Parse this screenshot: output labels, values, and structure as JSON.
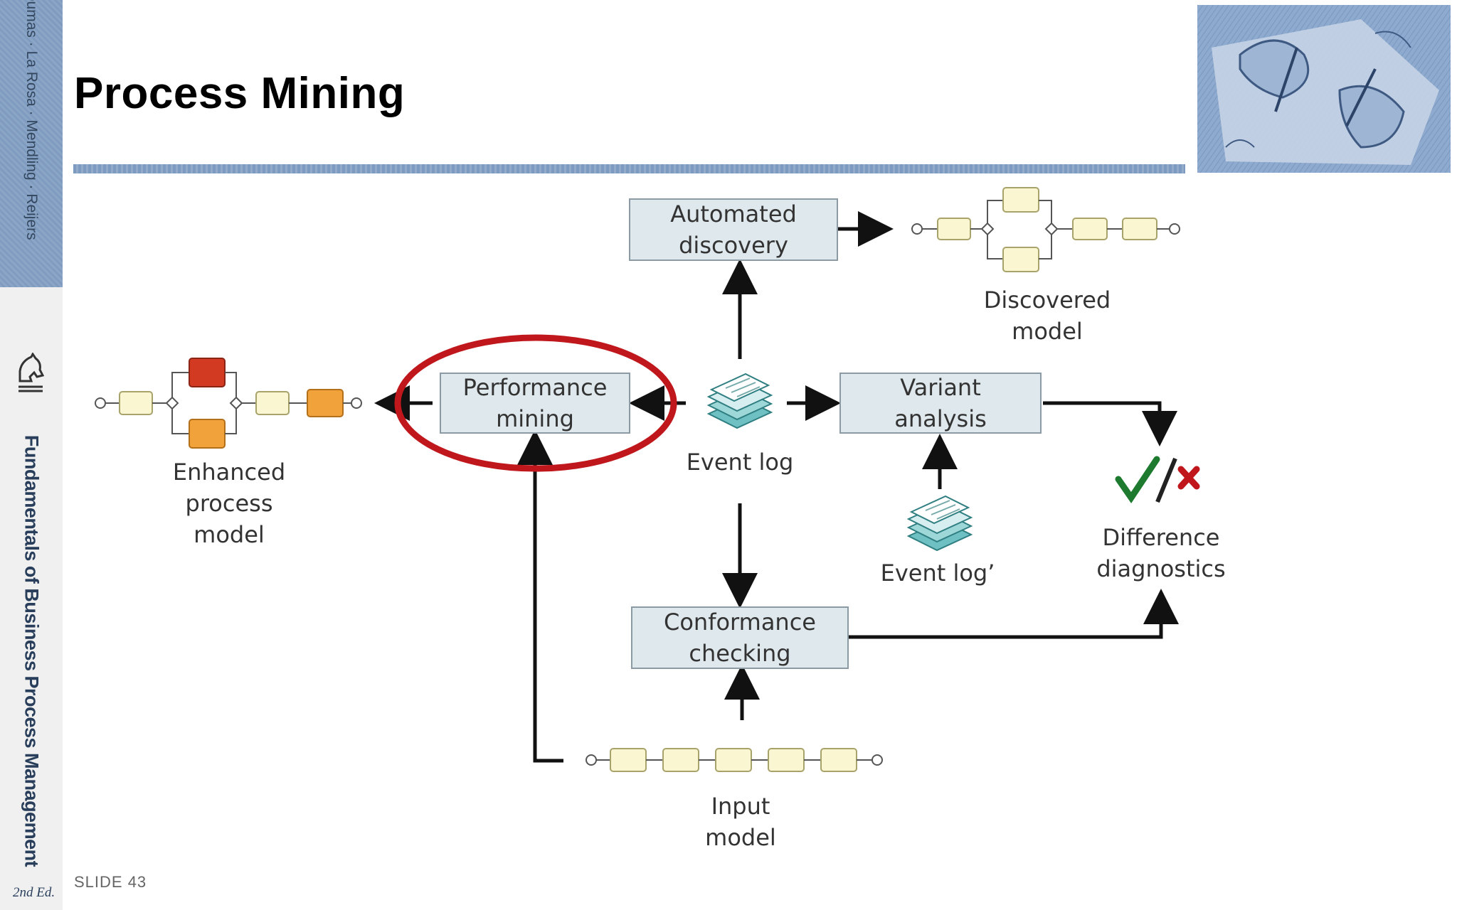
{
  "slide": {
    "title": "Process Mining",
    "slide_number": "SLIDE 43"
  },
  "sidebar": {
    "authors": "Dumas · La Rosa · Mendling · Reijers",
    "book_title": "Fundamentals of Business Process Management",
    "edition": "2nd Ed."
  },
  "diagram": {
    "boxes": {
      "automated_discovery": "Automated\ndiscovery",
      "performance_mining": "Performance\nmining",
      "variant_analysis": "Variant\nanalysis",
      "conformance_checking": "Conformance\nchecking"
    },
    "labels": {
      "discovered_model": "Discovered\nmodel",
      "enhanced_process_model": "Enhanced\nprocess\nmodel",
      "event_log": "Event log",
      "event_log_prime": "Event log’",
      "difference_diagnostics": "Difference\ndiagnostics",
      "input_model": "Input\nmodel"
    },
    "highlight_color": "#c0171c",
    "check_color": "#1d7a2e",
    "cross_color": "#c0171c"
  }
}
